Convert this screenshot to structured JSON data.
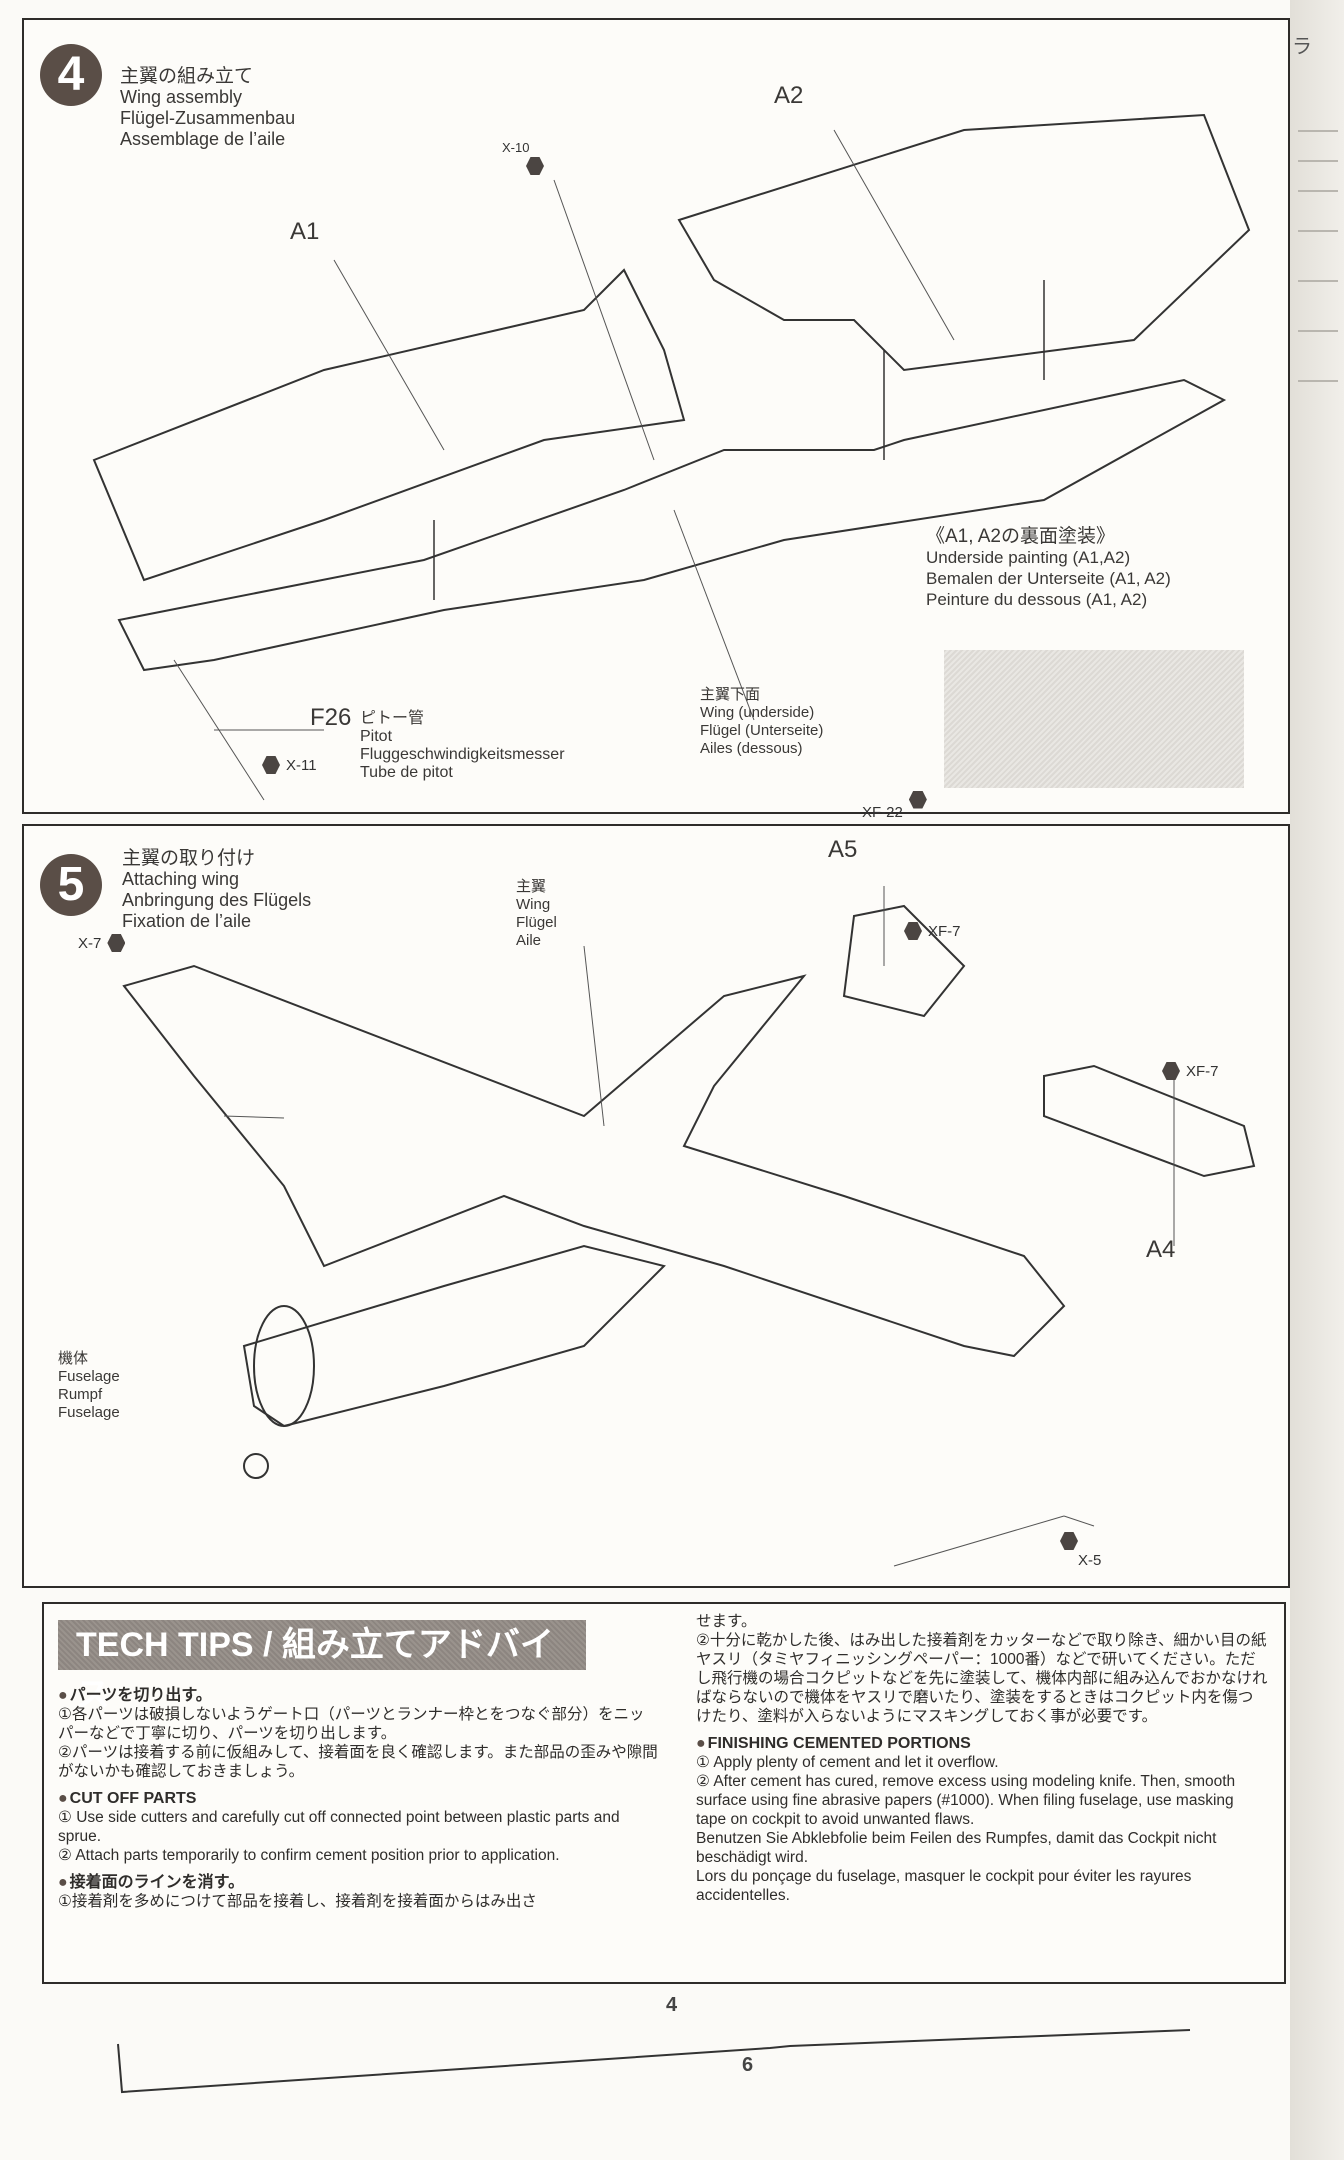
{
  "step4": {
    "number": "4",
    "title_jp": "主翼の組み立て",
    "title_en": "Wing assembly",
    "title_de": "Flügel-Zusammenbau",
    "title_fr": "Assemblage de l’aile",
    "parts": [
      "A1",
      "A2"
    ],
    "paint_x10": "X-10",
    "underside_note": {
      "jp": "《A1, A2の裏面塗装》",
      "en": "Underside painting (A1,A2)",
      "de": "Bemalen der Unterseite (A1, A2)",
      "fr": "Peinture du dessous (A1, A2)"
    },
    "pitot": {
      "part": "F26",
      "jp": "ピトー管",
      "en": "Pitot",
      "de": "Fluggeschwindigkeitsmesser",
      "fr": "Tube de pitot",
      "paint": "X-11"
    },
    "wing_underside": {
      "jp": "主翼下面",
      "en": "Wing (underside)",
      "de": "Flügel (Unterseite)",
      "fr": "Ailes (dessous)",
      "paint": "XF-22"
    }
  },
  "step5": {
    "number": "5",
    "title_jp": "主翼の取り付け",
    "title_en": "Attaching wing",
    "title_de": "Anbringung des Flügels",
    "title_fr": "Fixation de l’aile",
    "paint_x7": "X-7",
    "wing_label": {
      "jp": "主翼",
      "en": "Wing",
      "de": "Flügel",
      "fr": "Aile"
    },
    "fuselage_label": {
      "jp": "機体",
      "en": "Fuselage",
      "de": "Rumpf",
      "fr": "Fuselage"
    },
    "part_a5": "A5",
    "part_a4": "A4",
    "paint_a5": "XF-7",
    "paint_a4": "XF-7",
    "paint_x5": "X-5"
  },
  "tech_tips": {
    "title": "TECH TIPS / 組み立てアドバイス",
    "left": {
      "h1": "パーツを切り出す。",
      "p1": "①各パーツは破損しないようゲート口（パーツとランナー枠とをつなぐ部分）をニッパーなどで丁寧に切り、パーツを切り出します。",
      "p2": "②パーツは接着する前に仮組みして、接着面を良く確認します。また部品の歪みや隙間がないかも確認しておきましょう。",
      "h2": "CUT OFF PARTS",
      "p3": "① Use side cutters and carefully cut off connected point between plastic parts and sprue.",
      "p4": "② Attach parts temporarily to confirm cement position prior to application.",
      "h3": "接着面のラインを消す。",
      "p5": "①接着剤を多めにつけて部品を接着し、接着剤を接着面からはみ出さ"
    },
    "right": {
      "p1": "せます。",
      "p2": "②十分に乾かした後、はみ出した接着剤をカッターなどで取り除き、細かい目の紙ヤスリ（タミヤフィニッシングペーパー：1000番）などで研いてください。ただし飛行機の場合コクピットなどを先に塗装して、機体内部に組み込んでおかなければならないので機体をヤスリで磨いたり、塗装をするときはコクピット内を傷つけたり、塗料が入らないようにマスキングしておく事が必要です。",
      "h1": "FINISHING CEMENTED PORTIONS",
      "p3": "① Apply plenty of cement and let it overflow.",
      "p4": "② After cement has cured, remove excess using modeling knife. Then, smooth surface using fine abrasive papers (#1000). When filing fuselage, use masking tape on cockpit to avoid unwanted flaws.",
      "p5": "Benutzen Sie Abklebfolie beim Feilen des Rumpfes, damit das Cockpit nicht beschädigt wird.",
      "p6": "Lors du ponçage du fuselage, masquer le cockpit pour éviter les rayures accidentelles."
    }
  },
  "page_numbers": {
    "upper": "4",
    "lower": "6"
  },
  "edge_text": "ラ"
}
